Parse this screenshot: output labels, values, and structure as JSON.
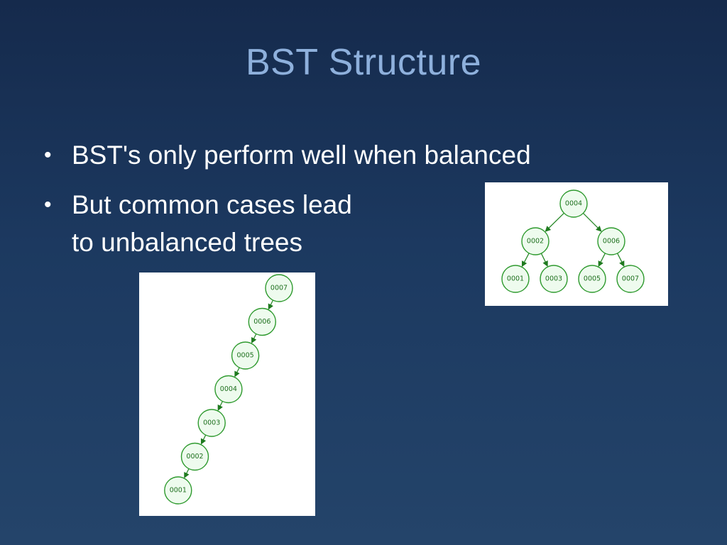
{
  "slide": {
    "title": "BST Structure",
    "bullets": [
      {
        "lines": [
          "BST's only perform well when balanced"
        ]
      },
      {
        "lines": [
          "But common cases lead",
          "to unbalanced trees"
        ]
      }
    ]
  },
  "balanced_tree": {
    "root": "0004",
    "nodes": [
      "0004",
      "0002",
      "0006",
      "0001",
      "0003",
      "0005",
      "0007"
    ],
    "edges": [
      [
        "0004",
        "0002"
      ],
      [
        "0004",
        "0006"
      ],
      [
        "0002",
        "0001"
      ],
      [
        "0002",
        "0003"
      ],
      [
        "0006",
        "0005"
      ],
      [
        "0006",
        "0007"
      ]
    ]
  },
  "unbalanced_tree": {
    "root": "0007",
    "nodes": [
      "0007",
      "0006",
      "0005",
      "0004",
      "0003",
      "0002",
      "0001"
    ],
    "edges": [
      [
        "0007",
        "0006"
      ],
      [
        "0006",
        "0005"
      ],
      [
        "0005",
        "0004"
      ],
      [
        "0004",
        "0003"
      ],
      [
        "0003",
        "0002"
      ],
      [
        "0002",
        "0001"
      ]
    ]
  },
  "colors": {
    "background_top": "#152a4c",
    "background_bottom": "#24446a",
    "title": "#8eb0dc",
    "body_text": "#ffffff",
    "node_fill": "#eefbee",
    "node_stroke": "#2e9a2e",
    "node_text": "#1d6f1d",
    "edge": "#2a8a2a"
  }
}
